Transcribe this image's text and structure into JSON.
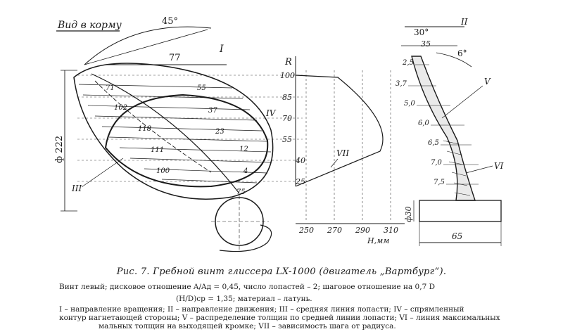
{
  "view_label": "Вид в корму",
  "angles": {
    "sweep": "45°",
    "rake": "30°",
    "tip": "6°"
  },
  "dims": {
    "diameter": "ф 222",
    "dim77": "77",
    "dim35": "35",
    "dim65": "65",
    "dim30": "ф30"
  },
  "axis": {
    "r_label": "R",
    "h_label": "H,мм",
    "r_ticks": [
      "100",
      "85",
      "70",
      "55",
      "40",
      "25"
    ],
    "h_ticks": [
      "250",
      "270",
      "290",
      "310"
    ]
  },
  "blade_widths": [
    "71",
    "102",
    "118",
    "111",
    "100",
    "75"
  ],
  "right_widths": [
    "55",
    "37",
    "23",
    "12",
    "4"
  ],
  "section_thickness": [
    "2,5",
    "3,7",
    "5,0",
    "6,0",
    "6,5",
    "7,0",
    "7,5"
  ],
  "roman": {
    "I": "I",
    "II": "II",
    "III": "III",
    "IV": "IV",
    "V": "V",
    "VI": "VI",
    "VII": "VII"
  },
  "caption": {
    "title": "Рис. 7. Гребной винт глиссера LX-1000 (двигатель „Вартбург“).",
    "line1": "Винт левый; дисковое отношение A/Aд = 0,45, число лопастей – 2; шаговое отношение на 0,7 D",
    "line2": "(H/D)ср = 1,35; материал – латунь.",
    "line3": "I – направление вращения; II – направление движения; III – средняя линия лопасти; IV – спрямленный",
    "line4": "контур нагнетающей стороны; V – распределение толщин по средней линии лопасти; VI – линия максимальных",
    "line5": "мальных толщин на выходящей кромке; VII – зависимость шага от радиуса."
  }
}
